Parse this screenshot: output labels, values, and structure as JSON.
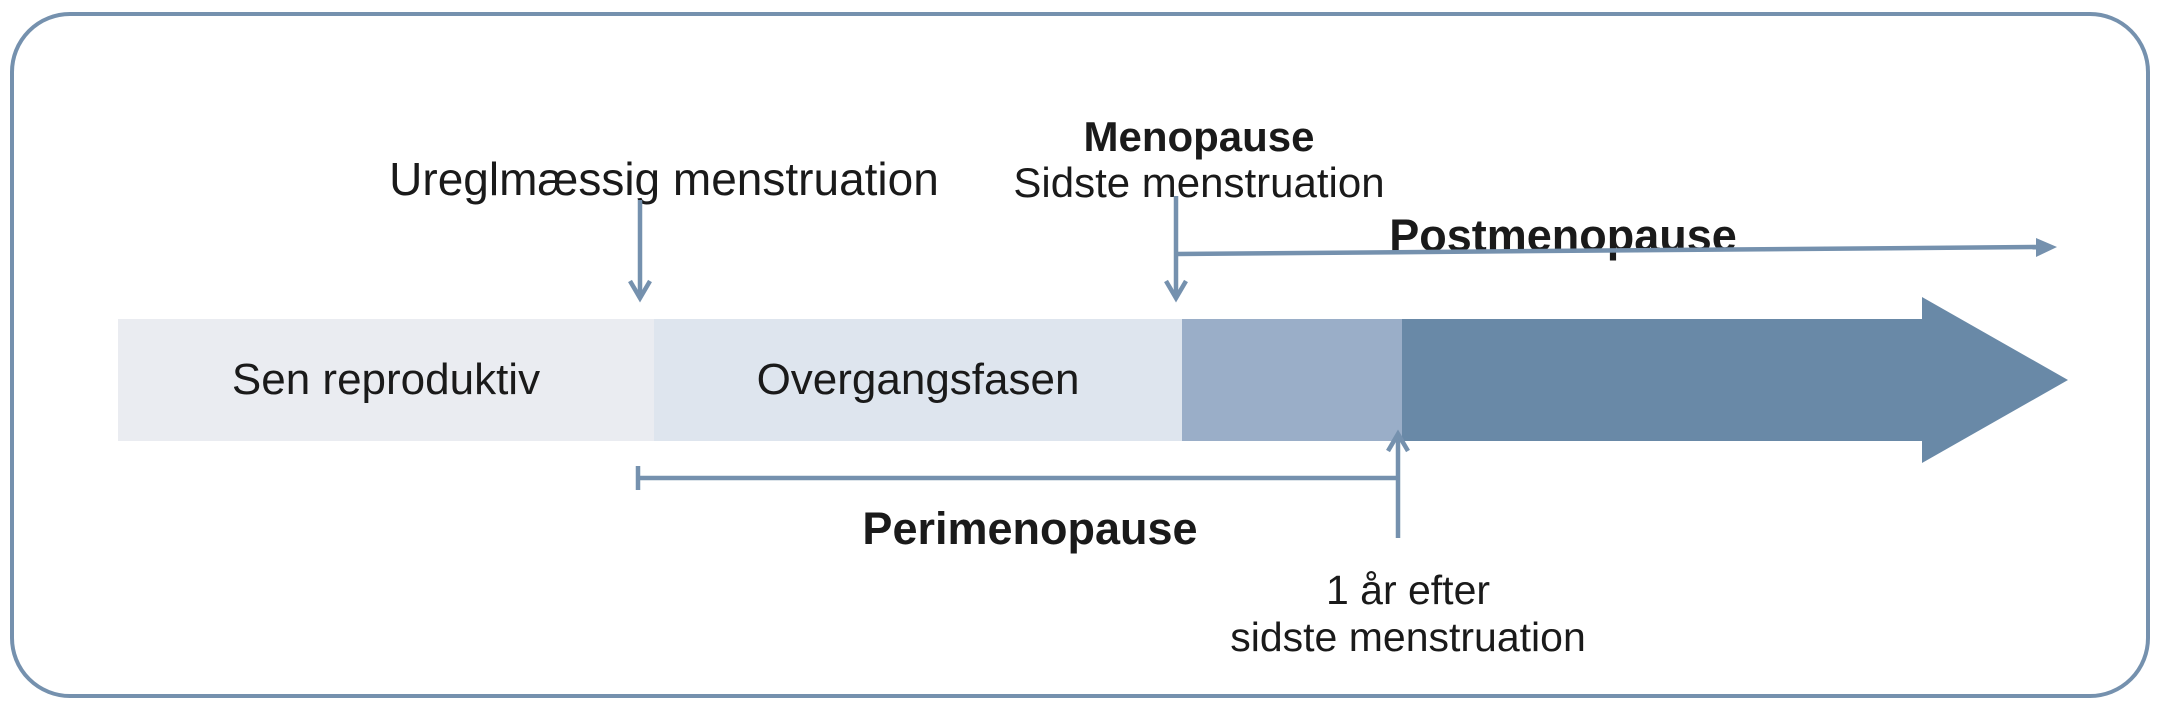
{
  "colors": {
    "frame_border": "#7591ae",
    "annotation_line": "#7591ae",
    "background": "#ffffff",
    "text": "#1a1a1a"
  },
  "annotations": {
    "irregular_menstruation": "Ureglmæssig menstruation",
    "menopause_title": "Menopause",
    "menopause_subtitle": "Sidste menstruation",
    "postmenopause": "Postmenopause",
    "perimenopause": "Perimenopause",
    "one_year_after_line1": "1 år efter",
    "one_year_after_line2": "sidste menstruation"
  },
  "timeline": {
    "segments": [
      {
        "label": "Sen reproduktiv",
        "color": "#eaecf1"
      },
      {
        "label": "Overgangsfasen",
        "color": "#dee5ee"
      },
      {
        "label": "",
        "color": "#9aaec8"
      },
      {
        "label": "",
        "color": "#6989a7"
      }
    ],
    "arrowhead_color": "#6989a7"
  }
}
